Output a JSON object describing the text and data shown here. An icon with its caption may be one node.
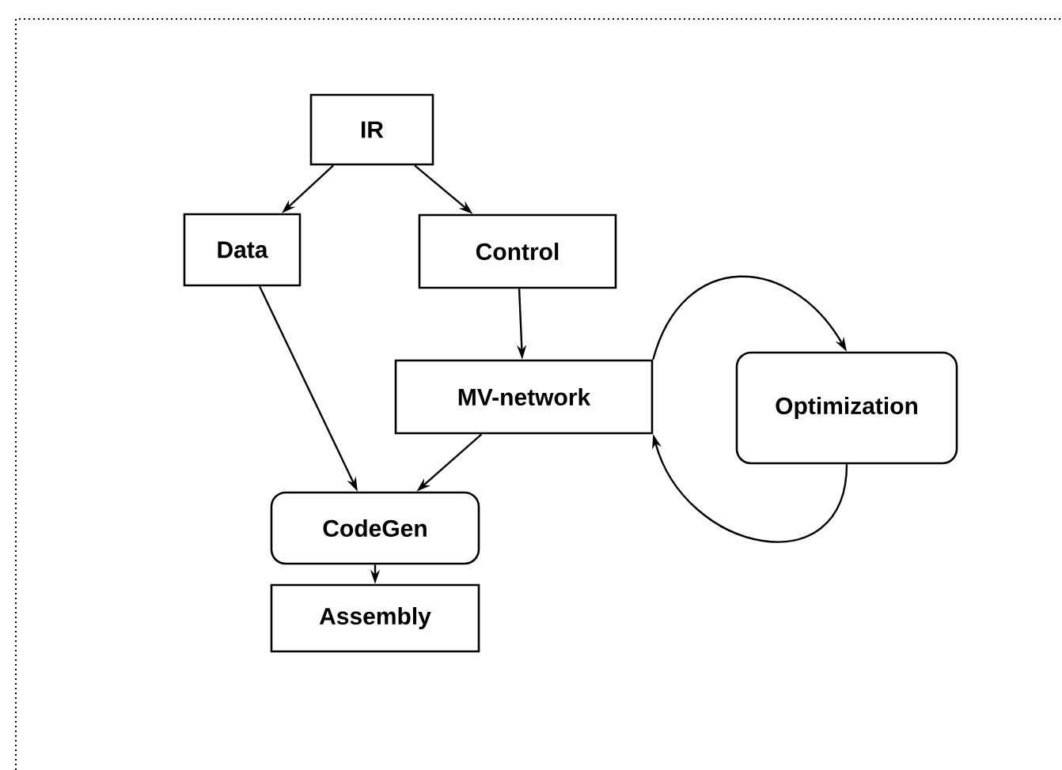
{
  "diagram": {
    "nodes": [
      {
        "text": [
          "IR"
        ]
      },
      {
        "text": [
          "Data"
        ]
      },
      {
        "text": [
          "Control"
        ]
      },
      {
        "text": [
          "MV-network"
        ]
      },
      {
        "text": [
          "Optimization"
        ]
      },
      {
        "text": [
          "CodeGen"
        ]
      },
      {
        "text": [
          "Assembly"
        ]
      }
    ],
    "edges": [
      {
        "from": 0,
        "to": 1,
        "arrow": "to"
      },
      {
        "from": 0,
        "to": 2,
        "arrow": "to"
      },
      {
        "from": 2,
        "to": 3,
        "arrow": "to"
      },
      {
        "from": 1,
        "to": 5,
        "arrow": "to"
      },
      {
        "from": 3,
        "to": 5,
        "arrow": "to"
      },
      {
        "from": 3,
        "to": 4,
        "arrow": "to"
      },
      {
        "from": 4,
        "to": 3,
        "arrow": "to"
      },
      {
        "from": 5,
        "to": 6,
        "arrow": "to"
      }
    ]
  }
}
